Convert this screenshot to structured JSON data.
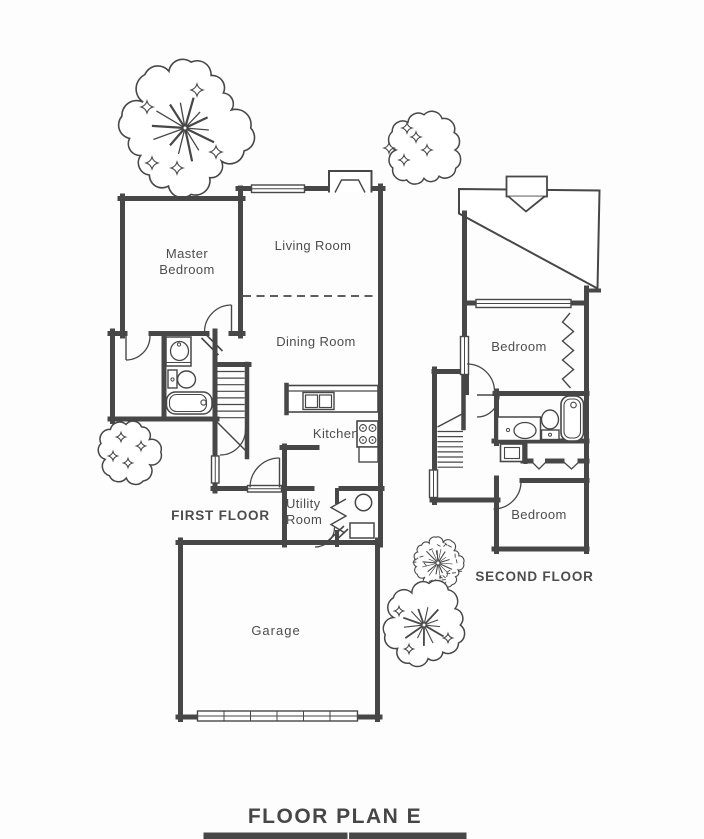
{
  "document": {
    "title": "FLOOR PLAN E"
  },
  "first_floor": {
    "label": "FIRST FLOOR",
    "rooms": {
      "master_bedroom": "Master Bedroom",
      "living_room": "Living Room",
      "dining_room": "Dining Room",
      "kitchen": "Kitchen",
      "utility_room": "Utility Room",
      "garage": "Garage"
    },
    "fixtures": [
      "bathroom-sink",
      "toilet",
      "bathtub",
      "kitchen-sink",
      "stove",
      "washer",
      "dryer",
      "staircase",
      "fireplace",
      "garage-door",
      "front-door",
      "windows"
    ]
  },
  "second_floor": {
    "label": "SECOND FLOOR",
    "rooms": {
      "bedroom_upper": "Bedroom",
      "bedroom_lower": "Bedroom"
    },
    "fixtures": [
      "bathroom-sink",
      "toilet",
      "bathtub",
      "staircase",
      "linen-cabinet",
      "closet-bifold-doors",
      "roof",
      "chimney",
      "windows"
    ]
  },
  "landscape": {
    "icons": [
      "tree",
      "bush",
      "sparkle"
    ]
  },
  "colors": {
    "line": "#474747",
    "text": "#4d4d4d",
    "background": "#fdfdfd"
  }
}
